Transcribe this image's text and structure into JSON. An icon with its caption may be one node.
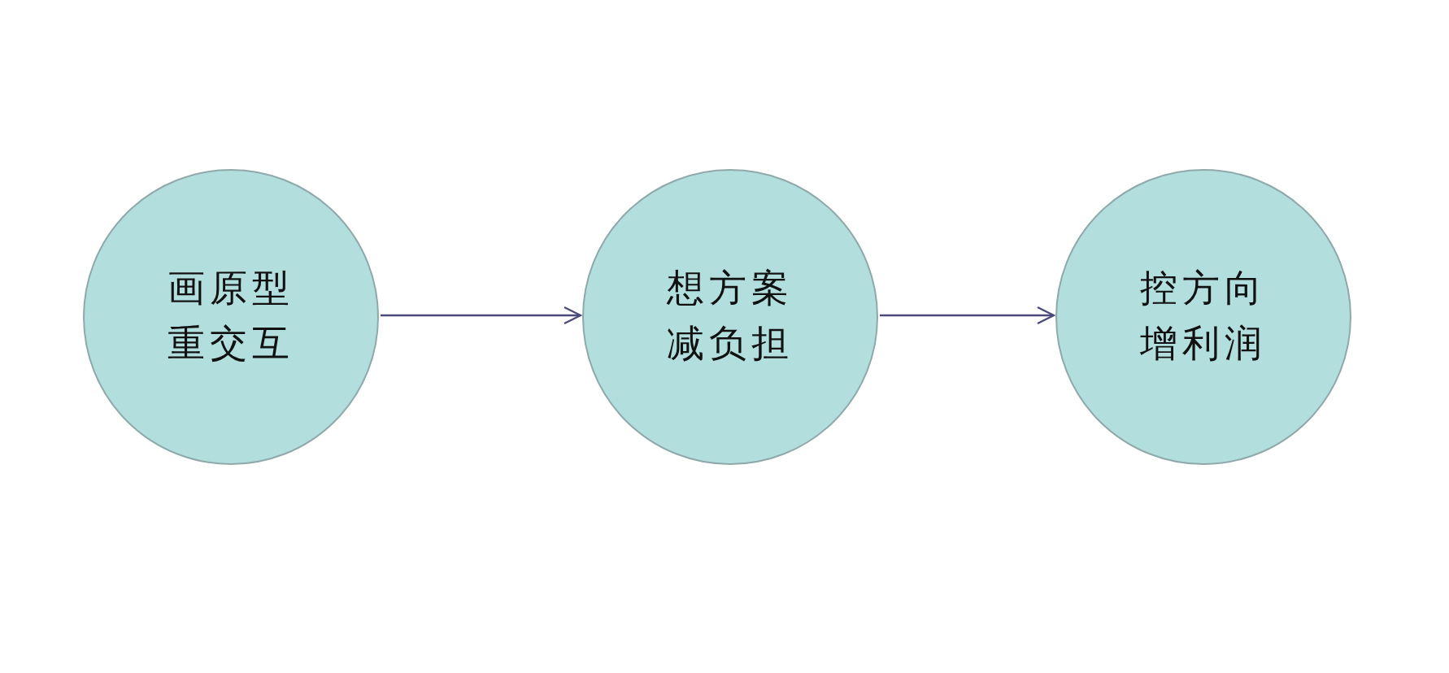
{
  "diagram": {
    "nodes": [
      {
        "text": [
          "画原型重交互"
        ]
      },
      {
        "text": [
          "想方案减负担"
        ]
      },
      {
        "text": [
          "控方向增利润"
        ]
      }
    ],
    "edges": [
      {
        "from": 0,
        "to": 1,
        "arrow": "to"
      },
      {
        "from": 1,
        "to": 2,
        "arrow": "to"
      }
    ]
  }
}
